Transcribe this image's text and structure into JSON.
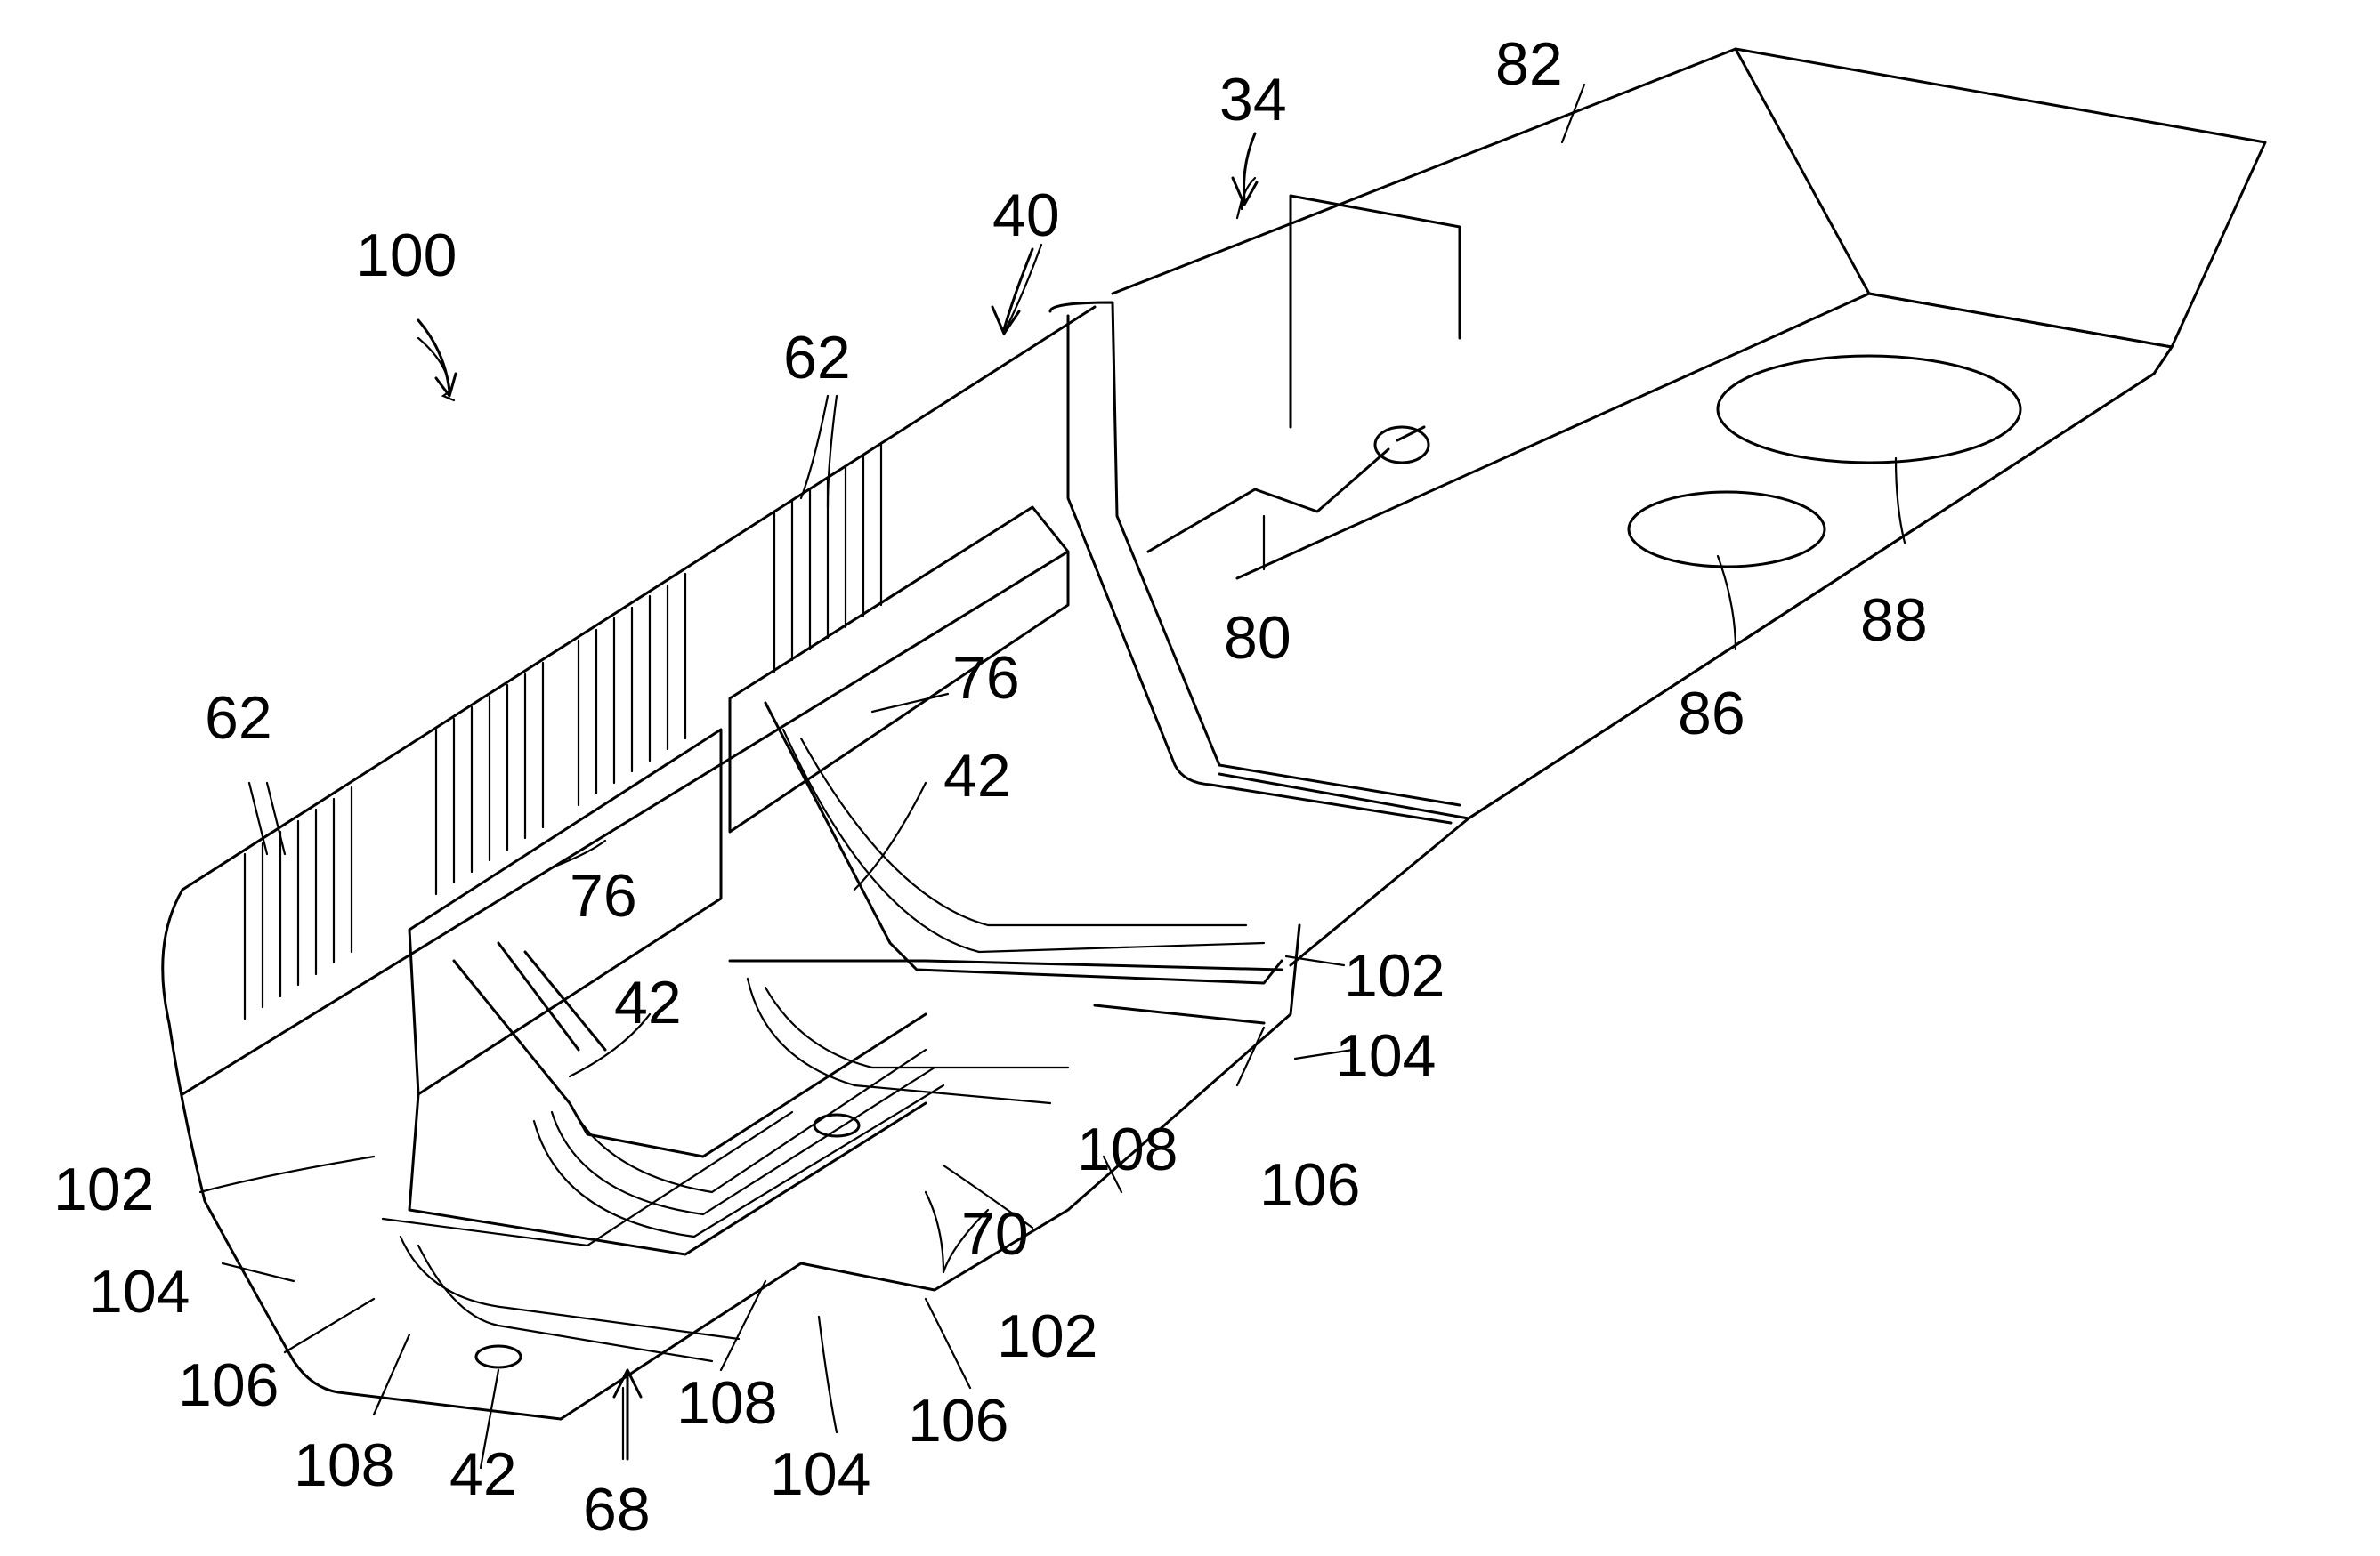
{
  "figure": {
    "labels": {
      "l100": "100",
      "l34": "34",
      "l82": "82",
      "l40": "40",
      "l62a": "62",
      "l62b": "62",
      "l76a": "76",
      "l76b": "76",
      "l42a": "42",
      "l42b": "42",
      "l42c": "42",
      "l80": "80",
      "l86": "86",
      "l88": "88",
      "l102a": "102",
      "l102b": "102",
      "l102c": "102",
      "l104a": "104",
      "l104b": "104",
      "l104c": "104",
      "l106a": "106",
      "l106b": "106",
      "l106c": "106",
      "l108a": "108",
      "l108b": "108",
      "l108c": "108",
      "l70": "70",
      "l68": "68"
    }
  }
}
